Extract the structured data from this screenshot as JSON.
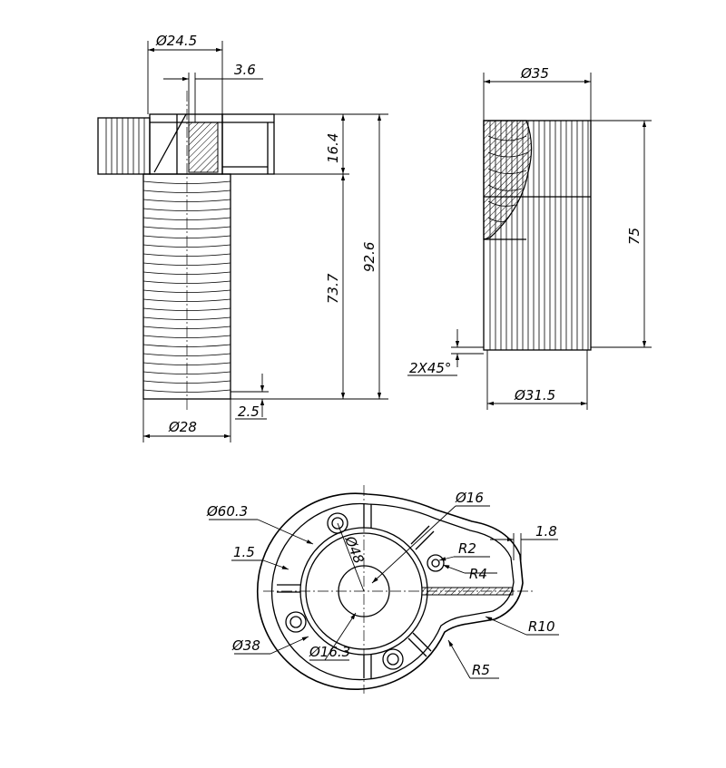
{
  "front_view": {
    "dia_top": "Ø24.5",
    "wall": "3.6",
    "head_h": "16.4",
    "shaft_h": "73.7",
    "total_h": "92.6",
    "dia_shaft": "Ø28",
    "end_off": "2.5"
  },
  "side_view": {
    "dia_top": "Ø35",
    "height": "75",
    "chamfer": "2X45°",
    "dia_bottom": "Ø31.5"
  },
  "plan_view": {
    "d_outer": "Ø60.3",
    "rib": "1.5",
    "d_pcd": "Ø48",
    "d_bore": "Ø16",
    "r2": "R2",
    "r4": "R4",
    "gap": "1.8",
    "d_inner": "Ø38",
    "d_hub": "Ø16.3",
    "r10": "R10",
    "r5": "R5"
  }
}
